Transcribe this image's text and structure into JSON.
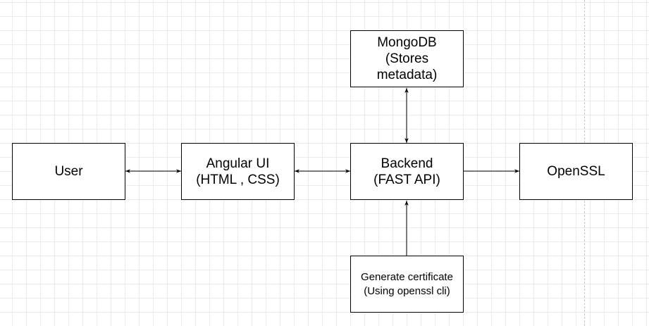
{
  "diagram": {
    "nodes": {
      "user": "User",
      "angular_ui": "Angular UI\n(HTML , CSS)",
      "backend": "Backend\n(FAST API)",
      "openssl": "OpenSSL",
      "mongodb": "MongoDB\n(Stores\nmetadata)",
      "generate_cert": "Generate certificate\n(Using openssl cli)"
    },
    "edges": [
      {
        "from": "user",
        "to": "angular_ui",
        "direction": "both"
      },
      {
        "from": "angular_ui",
        "to": "backend",
        "direction": "both"
      },
      {
        "from": "backend",
        "to": "openssl",
        "direction": "forward"
      },
      {
        "from": "backend",
        "to": "mongodb",
        "direction": "both"
      },
      {
        "from": "generate_cert",
        "to": "backend",
        "direction": "forward"
      }
    ]
  }
}
